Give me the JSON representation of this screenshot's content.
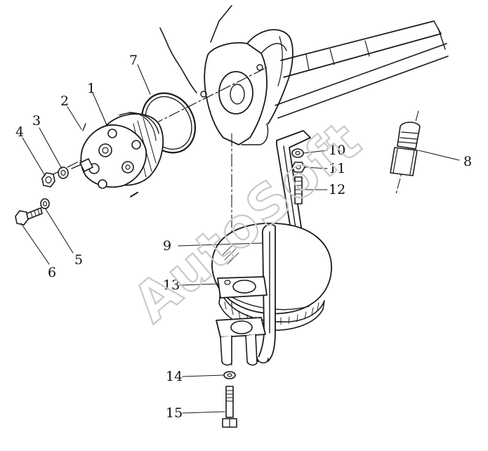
{
  "diagram": {
    "labels": [
      "1",
      "2",
      "3",
      "4",
      "5",
      "6",
      "7",
      "8",
      "9",
      "10",
      "11",
      "12",
      "13",
      "14",
      "15"
    ]
  },
  "watermark": {
    "text": "AutoSoft",
    "color": "#c9c9c9"
  },
  "colors": {
    "ink": "#1a1a1a",
    "background": "#ffffff"
  }
}
